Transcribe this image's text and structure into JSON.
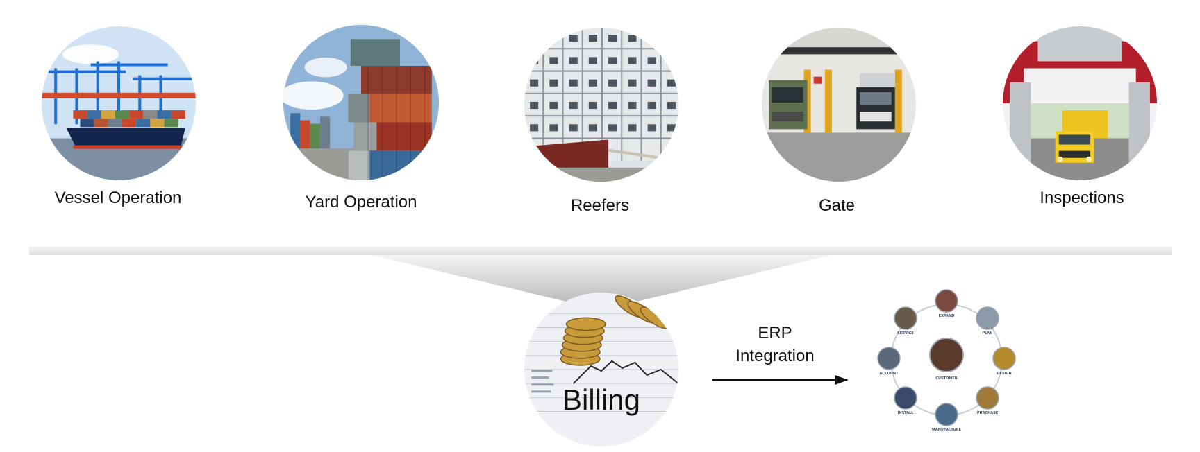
{
  "modules": [
    {
      "id": "vessel",
      "label": "Vessel Operation",
      "icon": "container-ship-photo"
    },
    {
      "id": "yard",
      "label": "Yard Operation",
      "icon": "container-stack-photo"
    },
    {
      "id": "reefers",
      "label": "Reefers",
      "icon": "reefer-containers-photo"
    },
    {
      "id": "gate",
      "label": "Gate",
      "icon": "truck-gate-photo"
    },
    {
      "id": "inspections",
      "label": "Inspections",
      "icon": "truck-scanner-photo"
    }
  ],
  "billing": {
    "label": "Billing",
    "icon": "coins-chart-photo"
  },
  "integration": {
    "line1": "ERP",
    "line2": "Integration",
    "icon": "arrow-right-icon"
  },
  "erp_cycle": {
    "icon": "erp-cycle-diagram",
    "center": "CUSTOMER",
    "nodes": [
      "EXPAND",
      "PLAN",
      "DESIGN",
      "PURCHASE",
      "MANUFACTURE",
      "INSTALL",
      "ACCOUNT",
      "SERVICE"
    ]
  }
}
